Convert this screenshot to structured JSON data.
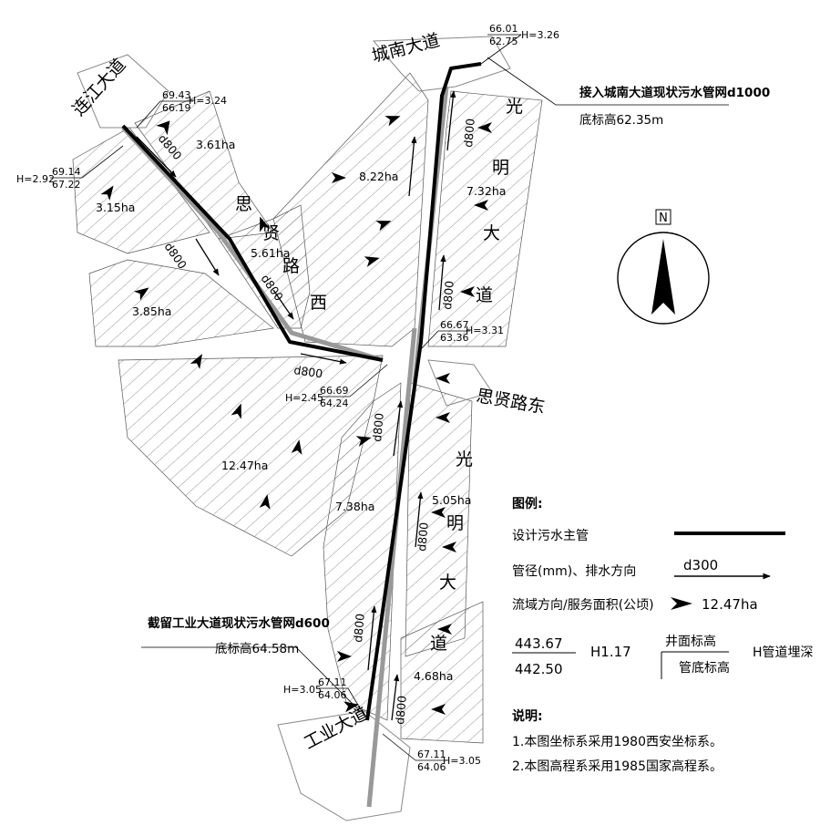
{
  "roads": {
    "chengnan": "城南大道",
    "lianjiang": "连江大道",
    "sixian_west": [
      "思",
      "贤",
      "路",
      "西"
    ],
    "sixian_east": "思贤路东",
    "guangming_upper": [
      "光",
      "明",
      "大",
      "道"
    ],
    "guangming_lower": [
      "光",
      "明",
      "大",
      "道"
    ],
    "gongye": "工业大道"
  },
  "north_arrow": "N",
  "outlets": {
    "chengnan": {
      "title": "接入城南大道现状污水管网d1000",
      "bottom": "底标高62.35m"
    },
    "gongye": {
      "title": "截留工业大道现状污水管网d600",
      "bottom": "底标高64.58m"
    }
  },
  "nodes": [
    {
      "top": "66.01",
      "bottom": "62.75",
      "h": "H=3.26"
    },
    {
      "top": "69.43",
      "bottom": "66.19",
      "h": "H=3.24"
    },
    {
      "top": "69.14",
      "bottom": "67.22",
      "h": "H=2.92"
    },
    {
      "top": "66.67",
      "bottom": "63.36",
      "h": "H=3.31"
    },
    {
      "top": "66.69",
      "bottom": "64.24",
      "h": "H=2.45"
    },
    {
      "top": "67.11",
      "bottom": "64.06",
      "h": "H=3.05"
    },
    {
      "top": "67.11",
      "bottom": "64.06",
      "h": "H=3.05"
    }
  ],
  "areas": [
    "3.61ha",
    "3.15ha",
    "5.61ha",
    "3.85ha",
    "8.22ha",
    "7.32ha",
    "12.47ha",
    "7.38ha",
    "5.05ha",
    "4.68ha"
  ],
  "pipe_label": "d800",
  "legend": {
    "title": "图例:",
    "main_pipe": "设计污水主管",
    "pipe_dir": "管径(mm)、排水方向",
    "pipe_example": "d300",
    "flow_dir": "流域方向/服务面积(公顷)",
    "flow_example": "12.47ha",
    "ground_example": "443.67",
    "invert_example": "442.50",
    "depth_example": "H1.17",
    "ground_label": "井面标高",
    "invert_label": "管底标高",
    "depth_label": "H管道埋深"
  },
  "notes": {
    "title": "说明:",
    "items": [
      "1.本图坐标系采用1980西安坐标系。",
      "2.本图高程系采用1985国家高程系。"
    ]
  }
}
